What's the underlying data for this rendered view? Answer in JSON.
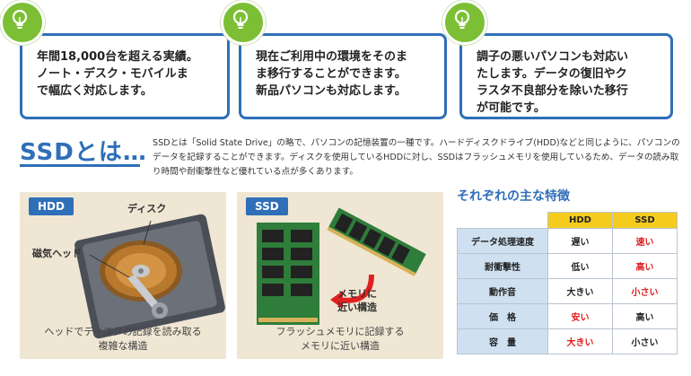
{
  "cards": [
    {
      "text": "年間18,000台を超える実績。\nノート・デスク・モバイルま\nで幅広く対応します。"
    },
    {
      "text": "現在ご利用中の環境をそのま\nま移行することができます。\n新品パソコンも対応します。"
    },
    {
      "text": "調子の悪いパソコンも対応い\nたします。データの復旧やク\nラスタ不良部分を除いた移行\nが可能です。"
    }
  ],
  "intro": {
    "heading": "SSDとは…",
    "body": "SSDとは「Solid State Drive」の略で、パソコンの記憶装置の一種です。ハードディスクドライブ(HDD)などと同じように、パソコンのデータを記録することができます。ディスクを使用しているHDDに対し、SSDはフラッシュメモリを使用しているため、データの読み取り時間や耐衝撃性など優れている点が多くあります。"
  },
  "hdd_panel": {
    "tag": "HDD",
    "label_disk": "ディスク",
    "label_head": "磁気ヘッド",
    "caption": "ヘッドでディスクの記録を読み取る\n複雑な構造"
  },
  "ssd_panel": {
    "tag": "SSD",
    "label_memory": "メモリに\n近い構造",
    "caption": "フラッシュメモリに記録する\nメモリに近い構造"
  },
  "compare": {
    "title": "それぞれの主な特徴",
    "col_hdd": "HDD",
    "col_ssd": "SSD",
    "rows": [
      {
        "label": "データ処理速度",
        "hdd": "遅い",
        "ssd": "速い"
      },
      {
        "label": "耐衝撃性",
        "hdd": "低い",
        "ssd": "高い"
      },
      {
        "label": "動作音",
        "hdd": "大きい",
        "ssd": "小さい"
      },
      {
        "label": "価　格",
        "hdd": "安い",
        "ssd": "高い"
      },
      {
        "label": "容　量",
        "hdd": "大きい",
        "ssd": "小さい"
      }
    ]
  },
  "colors": {
    "accent": "#2f6fb8",
    "bulb": "#7cbf34",
    "highlight": "#f5cc1e",
    "good": "#e0191b"
  }
}
